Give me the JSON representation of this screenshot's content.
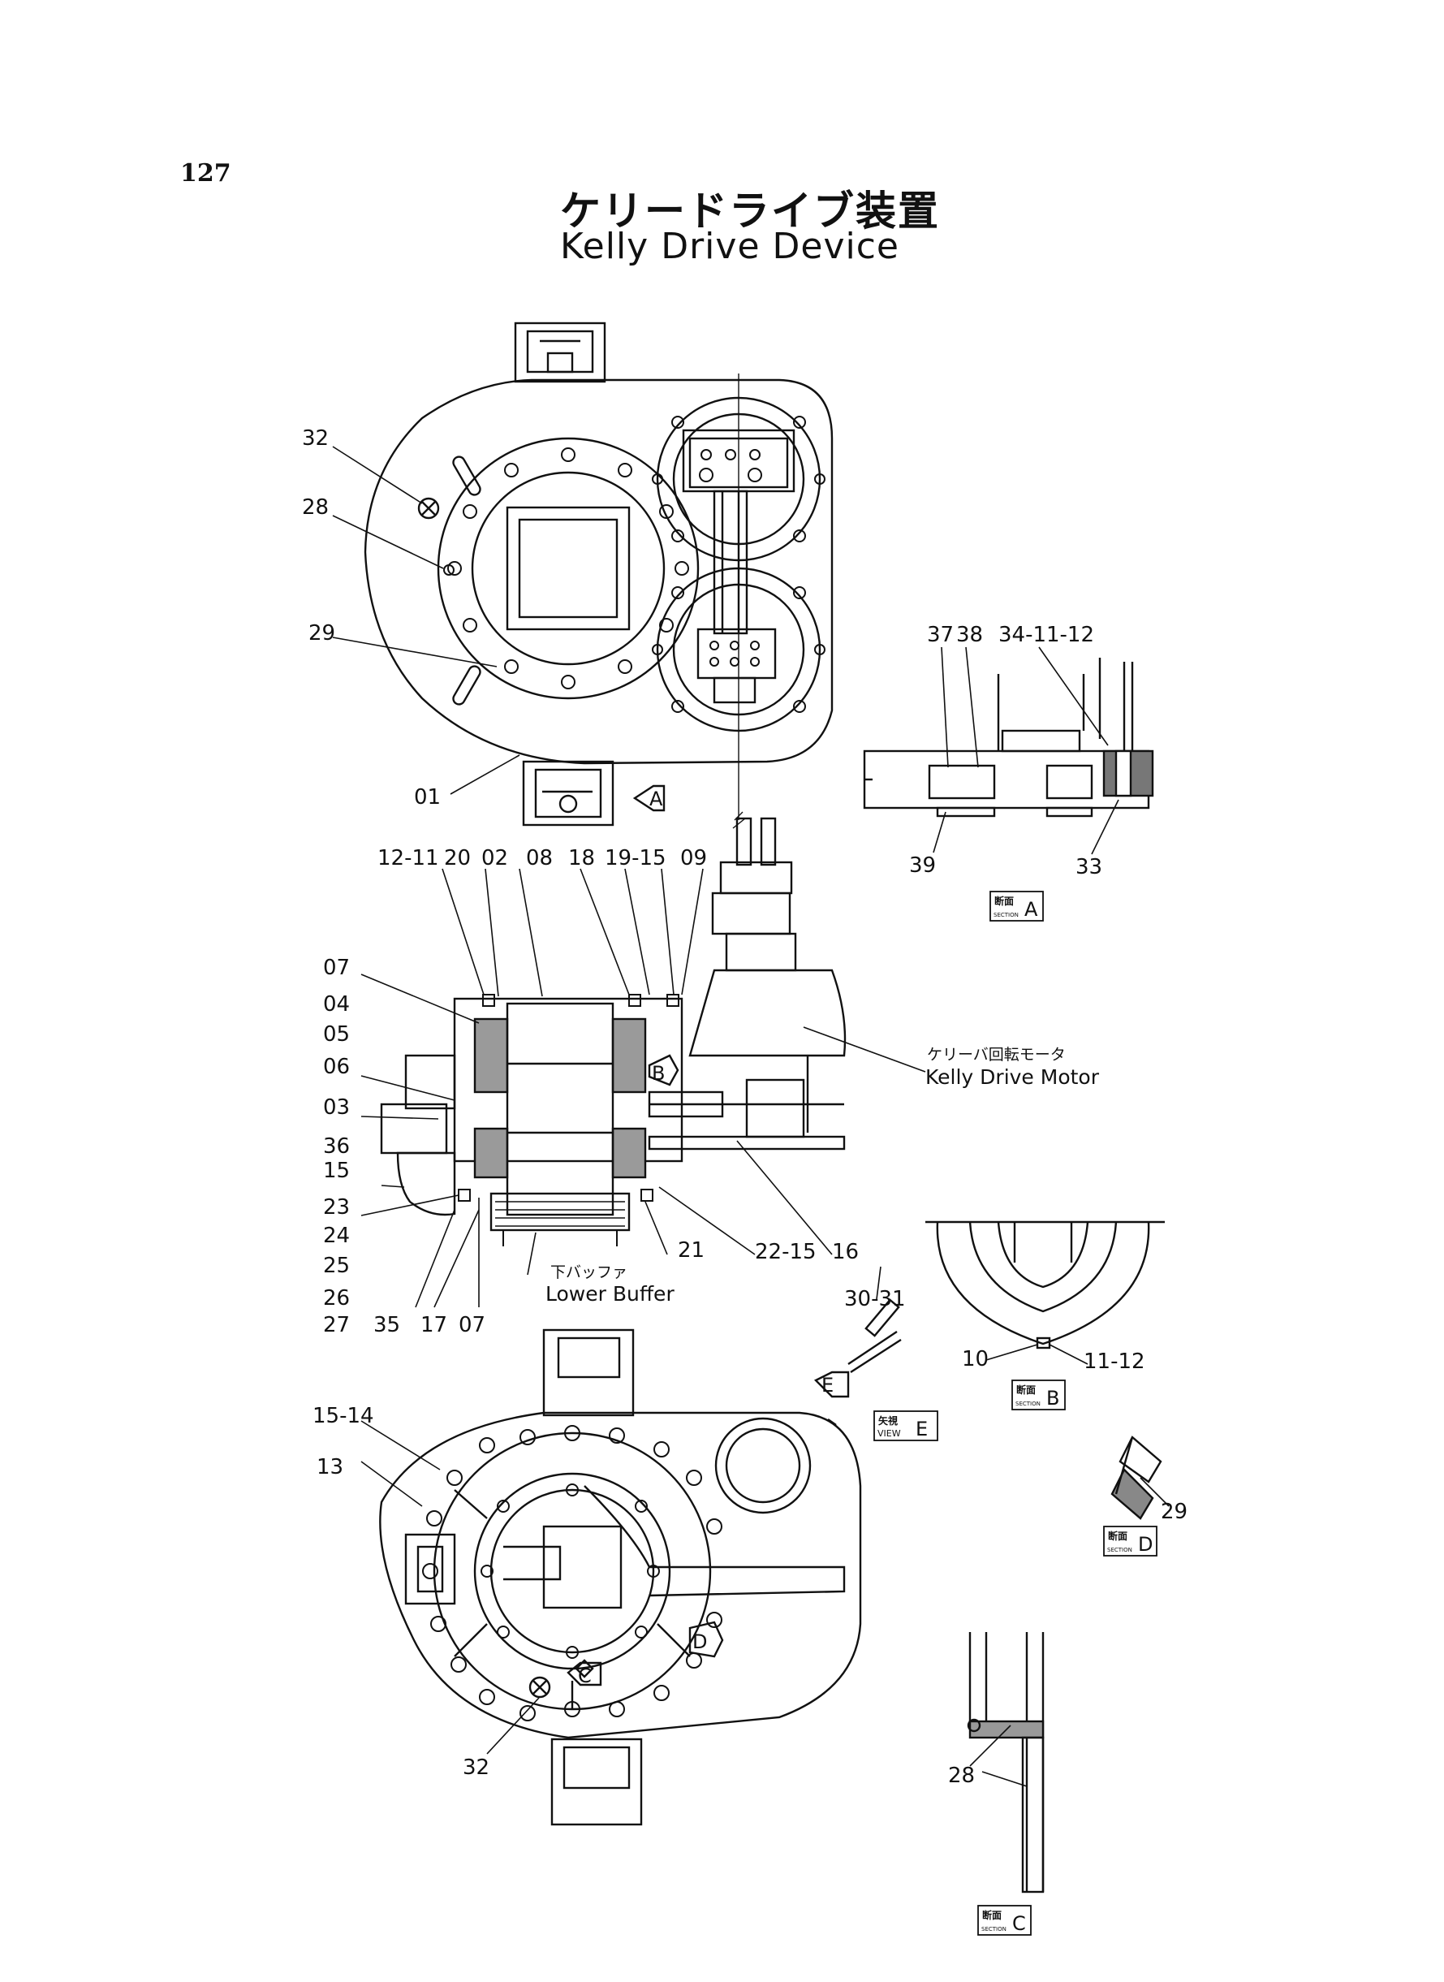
{
  "page_number": "127",
  "title_ja": "ケリードライブ装置",
  "title_en": "Kelly Drive Device",
  "labels": {
    "p32a": "32",
    "p28a": "28",
    "p29a": "29",
    "p01": "01",
    "p37": "37",
    "p38": "38",
    "p34": "34-11-12",
    "p39": "39",
    "p33": "33",
    "p12_11": "12-11",
    "p20": "20",
    "p02": "02",
    "p08": "08",
    "p18": "18",
    "p19_15": "19-15",
    "p09": "09",
    "p07a": "07",
    "p04": "04",
    "p05": "05",
    "p06": "06",
    "p03": "03",
    "p36": "36",
    "p15": "15",
    "p23": "23",
    "p24": "24",
    "p25": "25",
    "p26": "26",
    "p27": "27",
    "p35": "35",
    "p17": "17",
    "p07b": "07",
    "p21": "21",
    "p22_15": "22-15",
    "p16": "16",
    "p30_31": "30-31",
    "p10": "10",
    "p11_12": "11-12",
    "p15_14": "15-14",
    "p13": "13",
    "p29b": "29",
    "p28b": "28",
    "p32b": "32"
  },
  "notes": {
    "motor_ja": "ケリーバ回転モータ",
    "motor_en": "Kelly Drive Motor",
    "buffer_ja": "下バッファ",
    "buffer_en": "Lower Buffer"
  },
  "markers": {
    "A": "A",
    "B": "B",
    "C": "C",
    "D": "D",
    "E": "E"
  },
  "section_tags": {
    "section_ja": "断面",
    "section_en": "SECTION",
    "view_ja": "矢視",
    "view_en": "VIEW",
    "a": "A",
    "b": "B",
    "c": "C",
    "d": "D",
    "e": "E"
  }
}
